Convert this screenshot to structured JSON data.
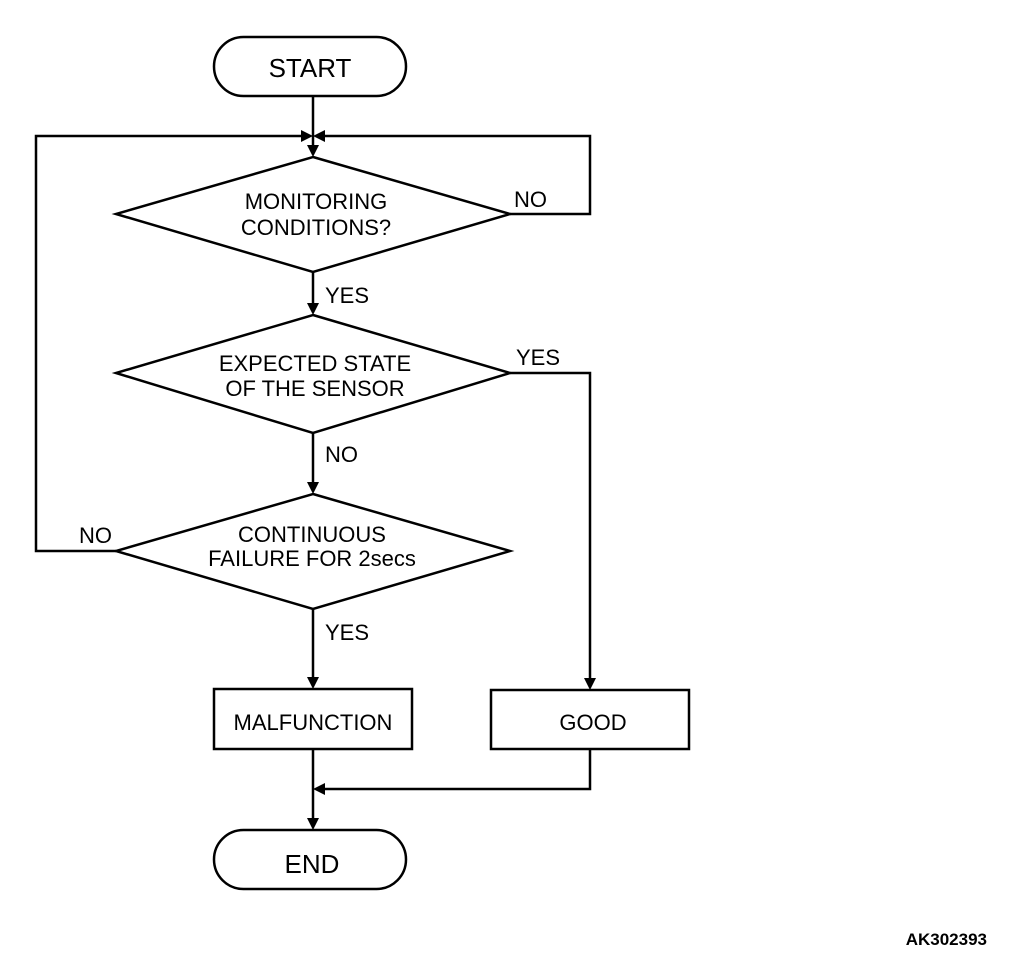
{
  "nodes": {
    "start": "START",
    "monitoring": [
      "MONITORING",
      "CONDITIONS?"
    ],
    "expected": [
      "EXPECTED STATE",
      "OF THE SENSOR"
    ],
    "continuous": [
      "CONTINUOUS",
      "FAILURE FOR 2secs"
    ],
    "malfunction": "MALFUNCTION",
    "good": "GOOD",
    "end": "END"
  },
  "edges": {
    "monitoring_no": "NO",
    "monitoring_yes": "YES",
    "expected_yes": "YES",
    "expected_no": "NO",
    "continuous_no": "NO",
    "continuous_yes": "YES"
  },
  "reference_code": "AK302393"
}
